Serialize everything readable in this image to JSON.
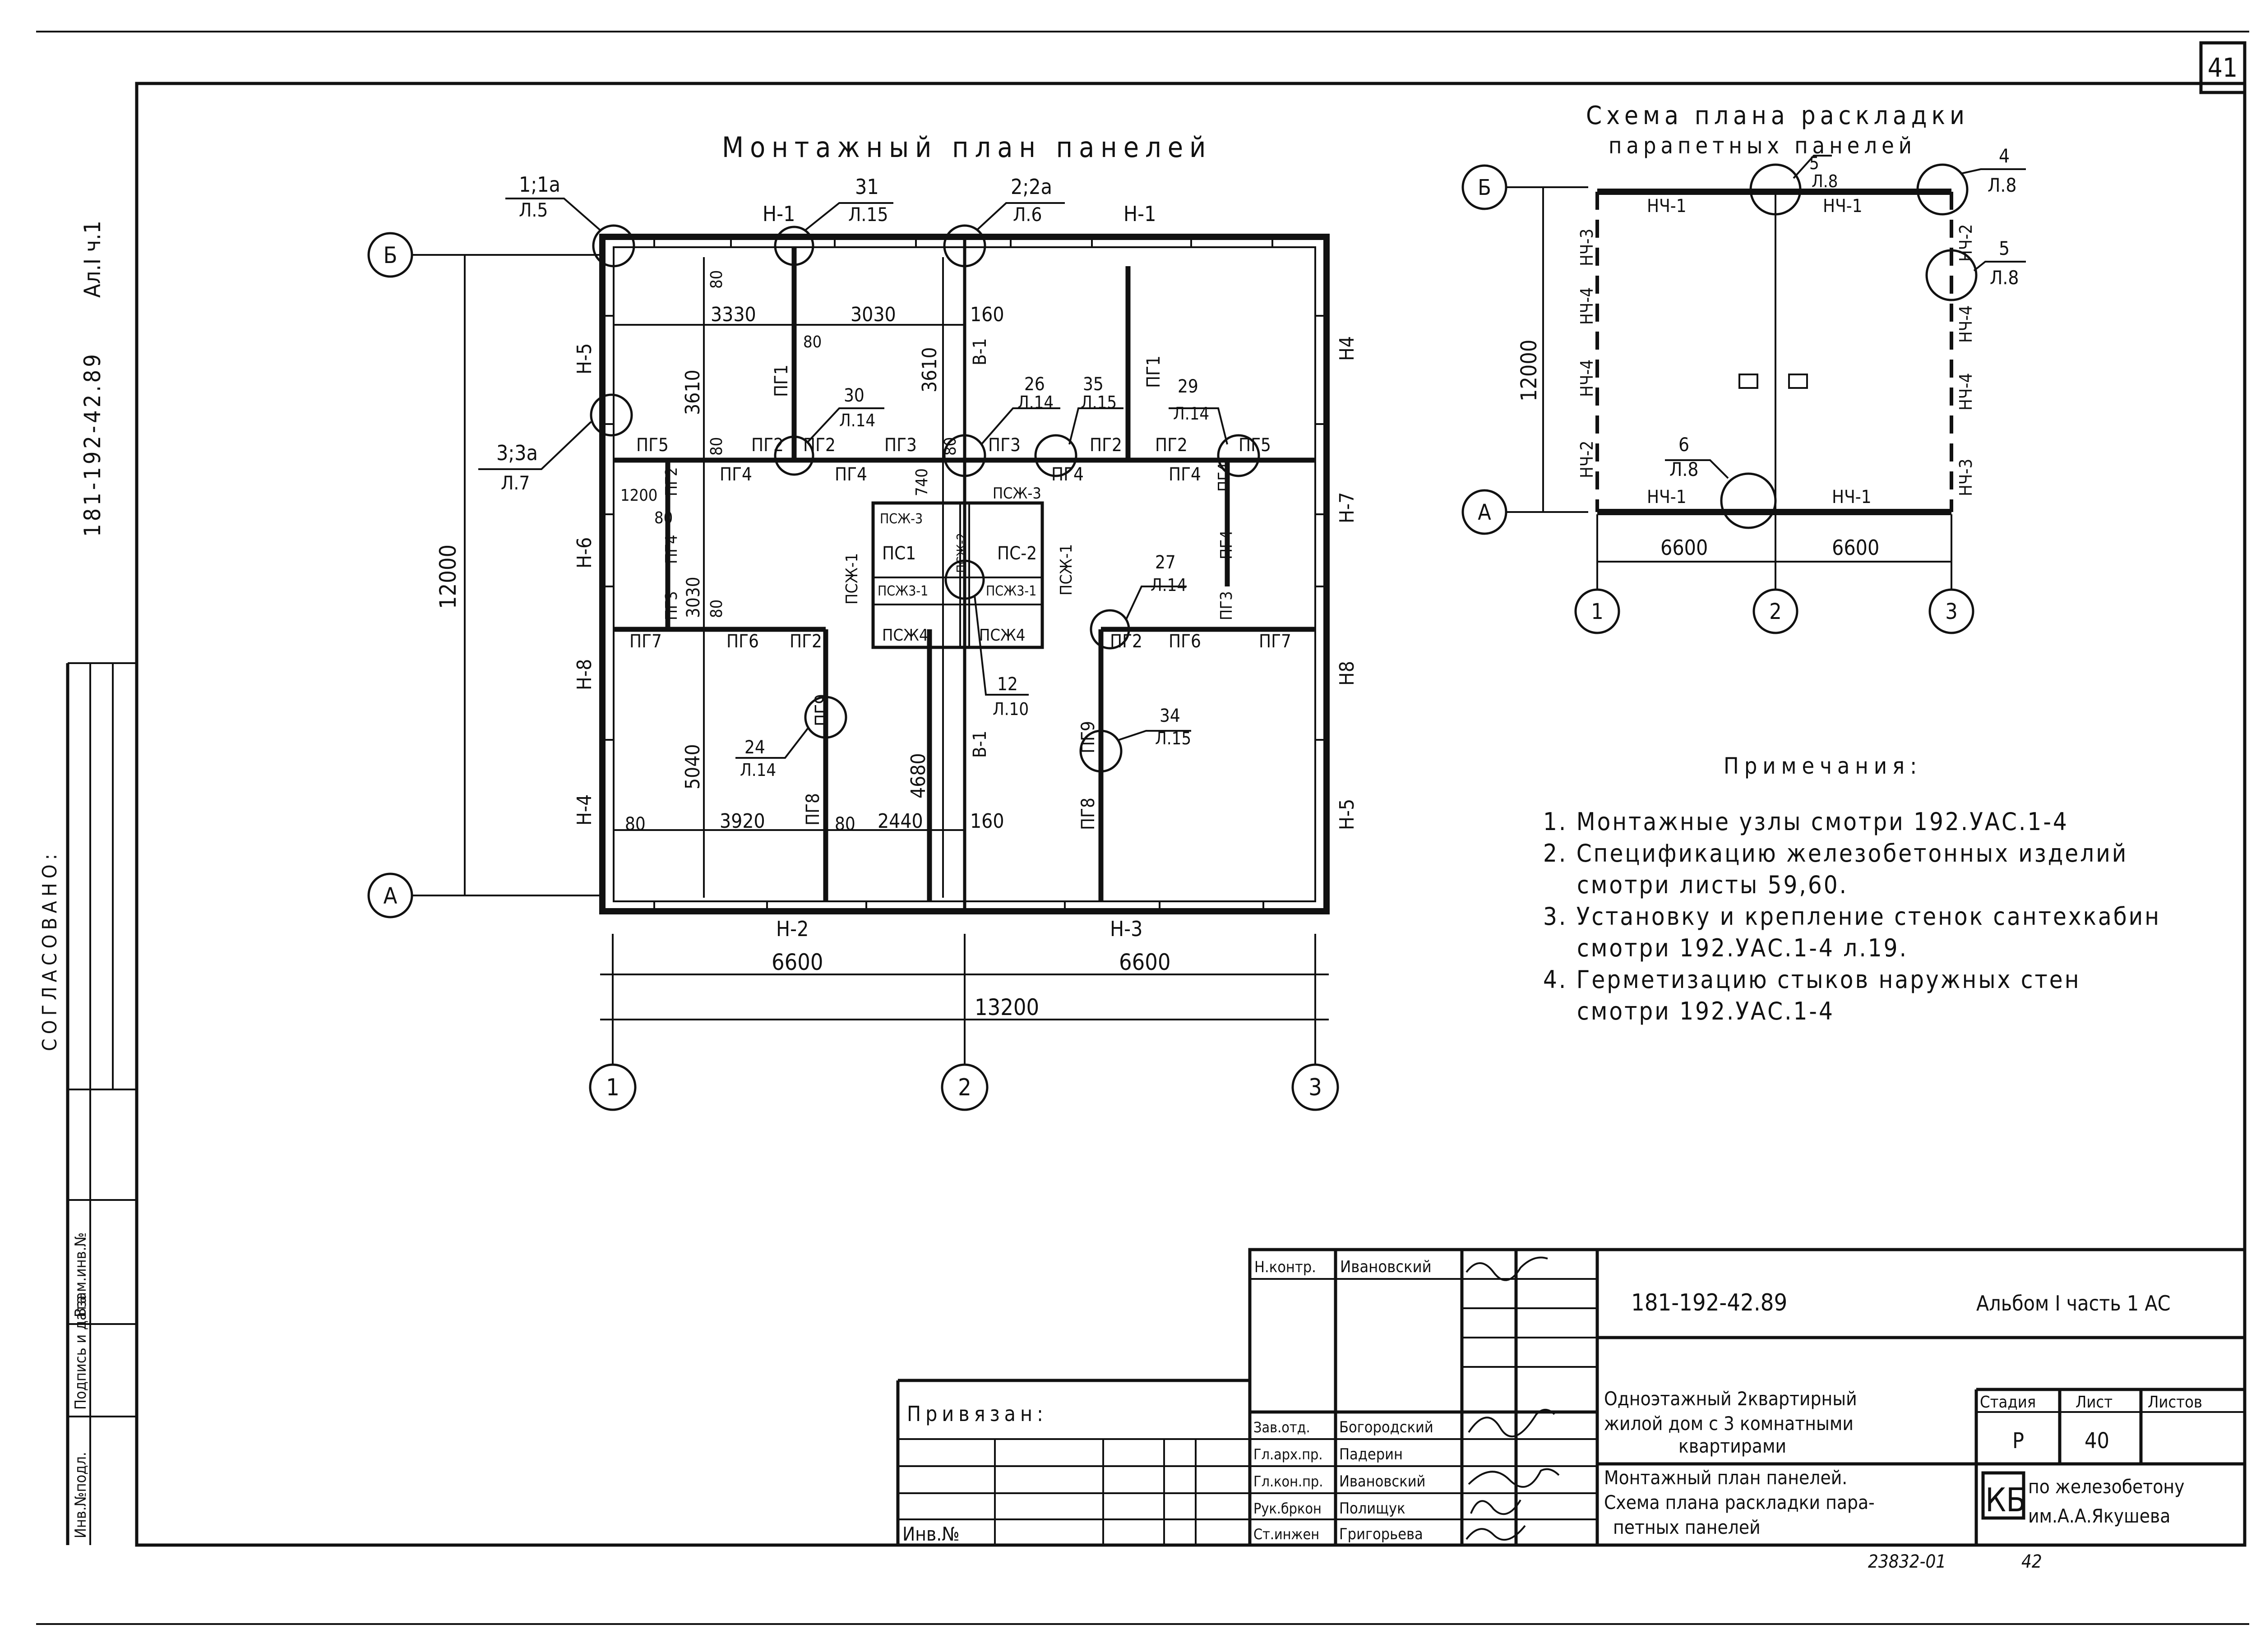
{
  "sheet": {
    "number": "41",
    "document_code": "181-192-42.89",
    "side_label": "Ал.I ч.1"
  },
  "left_strip": {
    "approved": "СОГЛАСОВАНО:",
    "inv_orig": "Инв.№подл.",
    "sign_date": "Подпись и дата",
    "inv_replace": "Взам.инв.№"
  },
  "main_plan": {
    "title": "Монтажный план панелей",
    "axes": {
      "rows": [
        "Б",
        "А"
      ],
      "cols": [
        "1",
        "2",
        "3"
      ]
    },
    "dims": {
      "overall_height": "12000",
      "bay_1": "6600",
      "bay_2": "6600",
      "overall_width": "13200",
      "d3330": "3330",
      "d3030": "3030",
      "d160": "160",
      "d160b": "160",
      "d3610a": "3610",
      "d3610b": "3610",
      "d80a": "80",
      "d80b": "80",
      "d80c": "80",
      "d80d": "80",
      "d80e": "80",
      "d80f": "80",
      "d80g": "80",
      "d80h": "80",
      "d1200": "1200",
      "d3030v": "3030",
      "d740": "740",
      "d5040": "5040",
      "d3920": "3920",
      "d2440": "2440",
      "d4680": "4680"
    },
    "callouts": [
      {
        "top": "1;1а",
        "bot": "Л.5"
      },
      {
        "top": "31",
        "bot": "Л.15"
      },
      {
        "top": "2;2а",
        "bot": "Л.6"
      },
      {
        "top": "3;3а",
        "bot": "Л.7"
      },
      {
        "top": "30",
        "bot": "Л.14"
      },
      {
        "top": "26",
        "bot": "Л.14"
      },
      {
        "top": "35",
        "bot": "Л.15"
      },
      {
        "top": "29",
        "bot": "Л.14"
      },
      {
        "top": "27",
        "bot": "Л.14"
      },
      {
        "top": "24",
        "bot": "Л.14"
      },
      {
        "top": "12",
        "bot": "Л.10"
      },
      {
        "top": "34",
        "bot": "Л.15"
      }
    ],
    "panels": {
      "h1a": "Н-1",
      "h1b": "Н-1",
      "h2": "Н-2",
      "h3": "Н-3",
      "h5l": "Н-5",
      "h6": "Н-6",
      "h8l": "Н-8",
      "h4l": "Н-4",
      "h4r": "Н4",
      "h7": "Н-7",
      "h8r": "Н8",
      "h5r": "Н-5",
      "b1a": "В-1",
      "b1b": "В-1",
      "pg1a": "ПГ1",
      "pg1b": "ПГ1",
      "pg5a": "ПГ5",
      "pg2a": "ПГ2",
      "pg2b": "ПГ2",
      "pg3a": "ПГ3",
      "pg3b": "ПГ3",
      "pg2c": "ПГ2",
      "pg2d": "ПГ2",
      "pg5b": "ПГ5",
      "pg4a": "ПГ4",
      "pg4b": "ПГ4",
      "pg4c": "ПГ4",
      "pg4d": "ПГ4",
      "pg4e": "ПГ4",
      "pg2v": "ПГ2",
      "pg4v": "ПГ4",
      "pg3v": "ПГ3",
      "pg4v2": "ПГ4",
      "pg3v2": "ПГ3",
      "pg7a": "ПГ7",
      "pg6a": "ПГ6",
      "pg2e": "ПГ2",
      "pg2f": "ПГ2",
      "pg6b": "ПГ6",
      "pg7b": "ПГ7",
      "pg9a": "ПГ9",
      "pg9b": "ПГ9",
      "pg8a": "ПГ8",
      "pg8b": "ПГ8",
      "psj3a": "ПСЖ-3",
      "psj3b": "ПСЖ-3",
      "psj2": "ПСЖ-2",
      "psj1a": "ПСЖ-1",
      "psj1b": "ПСЖ-1",
      "pc1": "ПС1",
      "pc2": "ПС-2",
      "psj31a": "ПСЖ3-1",
      "psj31b": "ПСЖ3-1",
      "psj4a": "ПСЖ4",
      "psj4b": "ПСЖ4"
    }
  },
  "parapet_plan": {
    "title_line1": "Схема плана раскладки",
    "title_line2": "парапетных панелей",
    "axes": {
      "rows": [
        "Б",
        "А"
      ],
      "cols": [
        "1",
        "2",
        "3"
      ]
    },
    "dims": {
      "height": "12000",
      "bay_1": "6600",
      "bay_2": "6600"
    },
    "panels": {
      "t1": "НЧ-1",
      "t2": "НЧ-1",
      "b1": "НЧ-1",
      "b2": "НЧ-1",
      "l1": "НЧ-3",
      "l2": "НЧ-4",
      "l3": "НЧ-4",
      "l4": "НЧ-2",
      "r1": "НЧ-2",
      "r2": "НЧ-4",
      "r3": "НЧ-4",
      "r4": "НЧ-3"
    },
    "callouts": [
      {
        "top": "5",
        "bot": "Л.8"
      },
      {
        "top": "4",
        "bot": "Л.8"
      },
      {
        "top": "5",
        "bot": "Л.8"
      },
      {
        "top": "6",
        "bot": "Л.8"
      }
    ]
  },
  "notes": {
    "title": "Примечания:",
    "items": [
      "1. Монтажные узлы смотри 192.УАС.1-4",
      "2. Спецификацию железобетонных изделий",
      "смотри листы 59,60.",
      "3. Установку и крепление стенок сантехкабин",
      "смотри 192.УАС.1-4 л.19.",
      "4. Герметизацию стыков наружных стен",
      "смотри 192.УАС.1-4"
    ]
  },
  "title_block": {
    "project_code": "181-192-42.89",
    "album": "Альбом I часть 1 АС",
    "building_title": [
      "Одноэтажный 2квартирный",
      "жилой дом с 3 комнатными",
      "квартирами"
    ],
    "sheet_title": [
      "Монтажный план панелей.",
      "Схема плана раскладки пара-",
      "петных панелей"
    ],
    "stage_label": "Стадия",
    "sheet_label": "Лист",
    "sheets_label": "Листов",
    "stage": "Р",
    "sheet": "40",
    "org_logo": "КБ",
    "org_line1": "по железобетону",
    "org_line2": "им.А.А.Якушева",
    "roles": [
      {
        "role": "Н.контр.",
        "name": "Ивановский"
      },
      {
        "role": "Зав.отд.",
        "name": "Богородский"
      },
      {
        "role": "Гл.арх.пр.",
        "name": "Падерин"
      },
      {
        "role": "Гл.кон.пр.",
        "name": "Ивановский"
      },
      {
        "role": "Рук.бркон",
        "name": "Полищук"
      },
      {
        "role": "Ст.инжен",
        "name": "Григорьева"
      }
    ],
    "privyazan": "Привязан:",
    "inv_no": "Инв.№",
    "footer_code": "23832-01",
    "footer_page": "42"
  }
}
